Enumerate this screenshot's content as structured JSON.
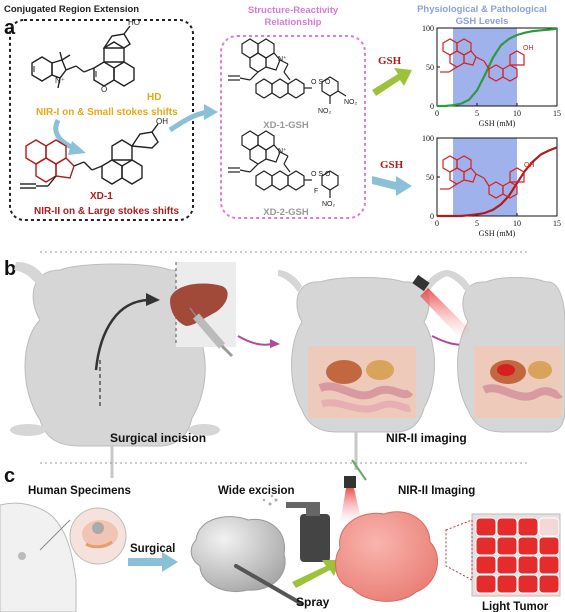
{
  "panel_a": {
    "letter": "a",
    "title": "Conjugated Region Extension",
    "hd_label": "HD",
    "hd_desc": "NIR-I on & Small stokes shifts",
    "xd1_label": "XD-1",
    "xd1_desc": "NIR-II on & Large stokes shifts",
    "sr_title_line1": "Structure-Reactivity",
    "sr_title_line2": "Relationship",
    "probe1_label": "XD-1-GSH",
    "probe2_label": "XD-2-GSH",
    "gsh_title_line1": "Physiological & Pathological",
    "gsh_title_line2": "GSH Levels",
    "gsh_arrow_label": "GSH",
    "gsh_arrow_label_2": "GSH",
    "colors": {
      "hd": "#e6a817",
      "xd1": "#b01c1c",
      "box_pink": "#e07ad8",
      "gsh_title": "#8aa0e0",
      "arrow": "#8cc0d8"
    }
  },
  "chart_data": [
    {
      "type": "line",
      "xlabel": "GSH (mM)",
      "ylabel": "",
      "xlim": [
        0,
        15
      ],
      "ylim": [
        0,
        100
      ],
      "xticks": [
        "0",
        "5",
        "10",
        "15"
      ],
      "yticks": [
        "0",
        "50",
        "100"
      ],
      "shaded_range": [
        2,
        10
      ],
      "series": [
        {
          "color": "#2e9a3c",
          "x": [
            0,
            1,
            2,
            3,
            4,
            5,
            6,
            7,
            8,
            9,
            10,
            11,
            12,
            13,
            14,
            15
          ],
          "y": [
            0,
            0,
            1,
            3,
            8,
            20,
            40,
            62,
            78,
            86,
            91,
            94,
            96,
            97,
            98,
            99
          ]
        }
      ]
    },
    {
      "type": "line",
      "xlabel": "GSH (mM)",
      "ylabel": "",
      "xlim": [
        0,
        15
      ],
      "ylim": [
        0,
        100
      ],
      "xticks": [
        "0",
        "5",
        "10",
        "15"
      ],
      "yticks": [
        "0",
        "50",
        "100"
      ],
      "shaded_range": [
        2,
        10
      ],
      "series": [
        {
          "color": "#b01c1c",
          "x": [
            0,
            1,
            2,
            3,
            4,
            5,
            6,
            7,
            8,
            9,
            10,
            11,
            12,
            13,
            14,
            15
          ],
          "y": [
            0,
            0,
            0,
            0,
            1,
            2,
            4,
            8,
            15,
            26,
            42,
            58,
            70,
            79,
            84,
            88
          ]
        }
      ]
    }
  ],
  "panel_b": {
    "letter": "b",
    "surgical_label": "Surgical incision",
    "imaging_label": "NIR-II imaging"
  },
  "panel_c": {
    "letter": "c",
    "specimens_label": "Human Specimens",
    "surgical_label": "Surgical",
    "excision_label": "Wide excision",
    "spray_label": "Spray",
    "imaging_label": "NIR-II Imaging",
    "tumor_label": "Light Tumor"
  }
}
